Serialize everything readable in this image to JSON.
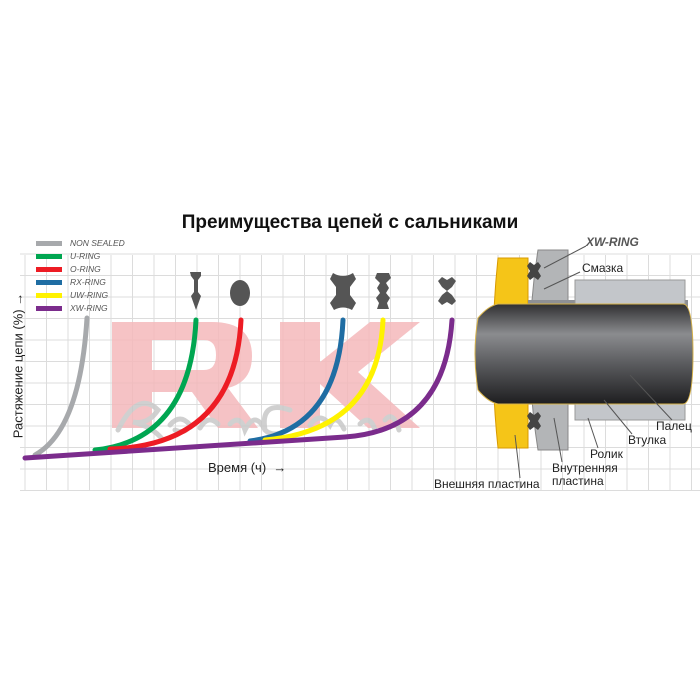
{
  "title": "Преимущества цепей с сальниками",
  "legend": [
    {
      "label": "NON SEALED",
      "color": "#a7a9ac"
    },
    {
      "label": "U-RING",
      "color": "#00a651"
    },
    {
      "label": "O-RING",
      "color": "#ed1c24"
    },
    {
      "label": "RX-RING",
      "color": "#1f6da3"
    },
    {
      "label": "UW-RING",
      "color": "#fff200"
    },
    {
      "label": "XW-RING",
      "color": "#7b2c8c"
    }
  ],
  "y_axis_label": "Растяжение цепи (%)",
  "x_axis_label": "Время (ч)",
  "arrow": "→",
  "watermark": {
    "brand": "RK",
    "script": "Racing Chain"
  },
  "diagram_labels": {
    "seal": "XW-RING",
    "grease": "Смазка",
    "pin": "Палец",
    "bushing": "Втулка",
    "roller": "Ролик",
    "inner_plate_1": "Внутренняя",
    "inner_plate_2": "пластина",
    "outer_plate": "Внешняя пластина"
  }
}
